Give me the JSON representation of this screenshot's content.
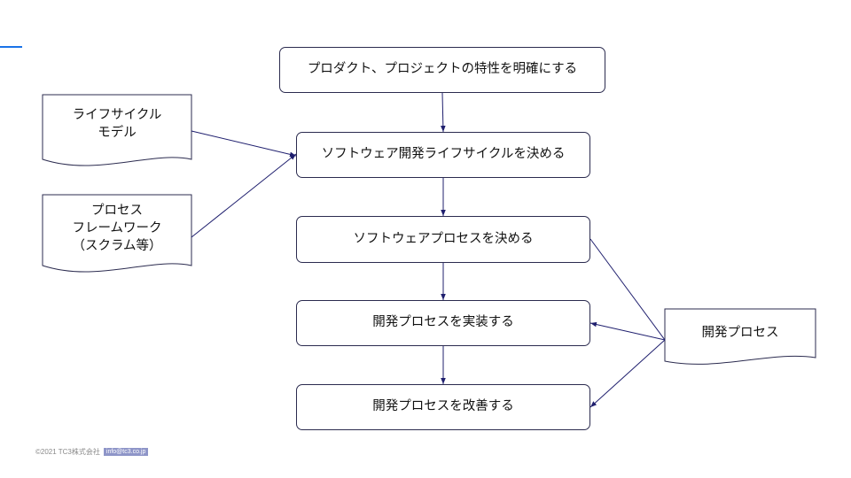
{
  "process_boxes": [
    "プロダクト、プロジェクトの特性を明確にする",
    "ソフトウェア開発ライフサイクルを決める",
    "ソフトウェアプロセスを決める",
    "開発プロセスを実装する",
    "開発プロセスを改善する"
  ],
  "documents": {
    "lifecycle_model": "ライフサイクル\nモデル",
    "process_framework": "プロセス\nフレームワーク\n（スクラム等）",
    "dev_process": "開発プロセス"
  },
  "footer": {
    "copyright": "©2021 TC3株式会社",
    "email": "info@tc3.co.jp"
  },
  "colors": {
    "accent": "#1a73e8",
    "arrow": "#1f1f6e",
    "border": "#2b2b4f"
  }
}
